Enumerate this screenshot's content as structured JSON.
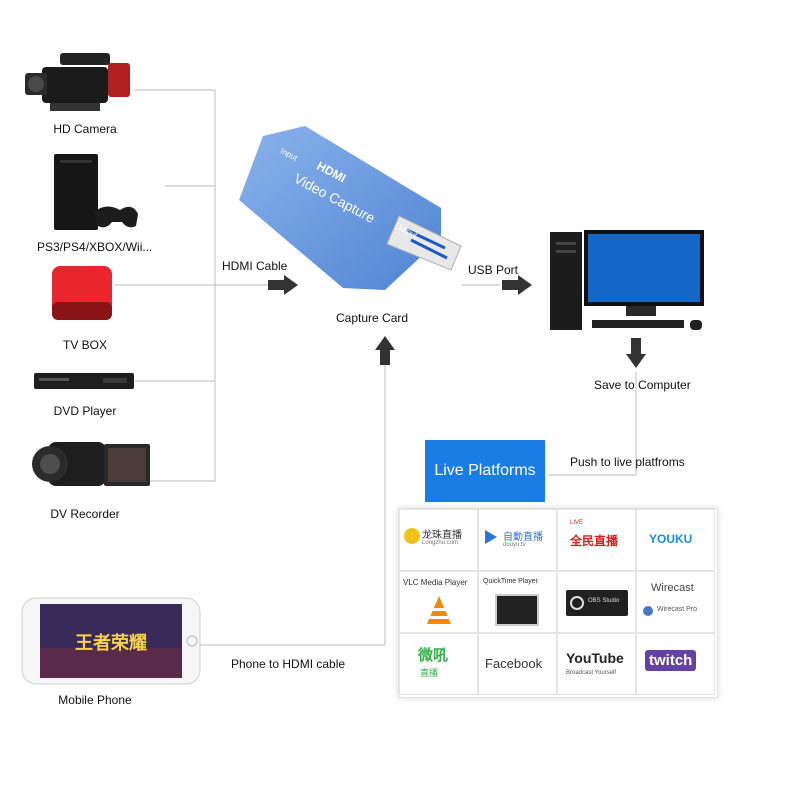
{
  "sources": [
    {
      "label": "HD Camera",
      "icon": "hd-camera-icon"
    },
    {
      "label": "PS3/PS4/XBOX/Wii...",
      "icon": "game-console-icon"
    },
    {
      "label": "TV BOX",
      "icon": "tv-box-icon"
    },
    {
      "label": "DVD Player",
      "icon": "dvd-player-icon"
    },
    {
      "label": "DV Recorder",
      "icon": "dv-recorder-icon"
    }
  ],
  "mobile": {
    "label": "Mobile Phone",
    "game_text": "王者荣耀"
  },
  "capture": {
    "label": "Capture Card",
    "brand": "HDMI",
    "line2": "Video Capture",
    "input": "Input",
    "output": "Output"
  },
  "connections": {
    "hdmi_cable": "HDMI Cable",
    "usb_port": "USB Port",
    "phone_cable": "Phone to HDMI cable",
    "save": "Save to Computer",
    "push": "Push to live platfroms"
  },
  "live_platforms": "Live Platforms",
  "platforms": [
    {
      "name": "longzhu",
      "text": "龙珠直播",
      "sub": "Longzhu.com"
    },
    {
      "name": "douyu",
      "text": "自動直播",
      "sub": "douyu.tv"
    },
    {
      "name": "quanmin",
      "text": "全民直播",
      "sub": "LIVE"
    },
    {
      "name": "youku",
      "text": "YOUKU"
    },
    {
      "name": "vlc",
      "text": "VLC Media Player"
    },
    {
      "name": "quicktime",
      "text": "QuickTime Player"
    },
    {
      "name": "obs",
      "text": "OBS Studio"
    },
    {
      "name": "wirecast",
      "text": "Wirecast",
      "sub": "Wirecast Pro"
    },
    {
      "name": "weibo",
      "text": "微吼",
      "sub": "直播"
    },
    {
      "name": "facebook",
      "text": "Facebook"
    },
    {
      "name": "youtube",
      "text": "YouTube",
      "sub": "Broadcast Yourself"
    },
    {
      "name": "twitch",
      "text": "twitch"
    }
  ],
  "colors": {
    "accent": "#1a7de6",
    "card": "#5b8fd6",
    "line": "#c8c8c8",
    "arrow": "#333333"
  }
}
